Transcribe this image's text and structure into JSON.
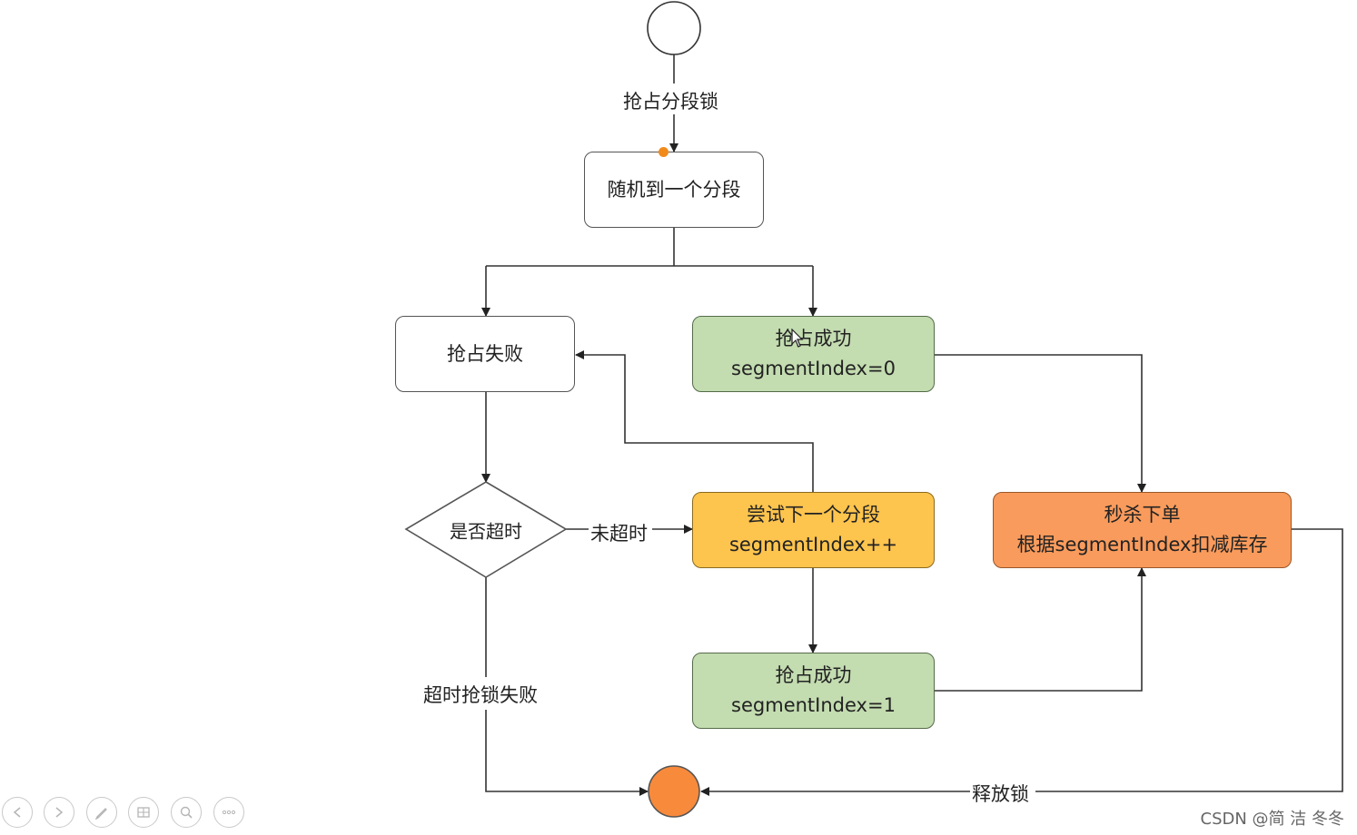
{
  "diagram": {
    "edge_labels": {
      "grab_lock": "抢占分段锁",
      "not_timeout": "未超时",
      "timeout_fail": "超时抢锁失败",
      "release_lock": "释放锁"
    },
    "nodes": {
      "random_segment": "随机到一个分段",
      "grab_failed": "抢占失败",
      "success0": {
        "line1": "抢占成功",
        "line2": "segmentIndex=0"
      },
      "is_timeout": "是否超时",
      "try_next": {
        "line1": "尝试下一个分段",
        "line2": "segmentIndex++"
      },
      "seckill": {
        "line1": "秒杀下单",
        "line2": "根据segmentIndex扣减库存"
      },
      "success1": {
        "line1": "抢占成功",
        "line2": "segmentIndex=1"
      }
    }
  },
  "toolbar": {
    "icons": [
      "prev-icon",
      "next-icon",
      "pen-icon",
      "slides-grid-icon",
      "zoom-icon",
      "more-icon"
    ]
  },
  "watermark": "CSDN @简 洁 冬冬",
  "colors": {
    "green": "#c3dcb0",
    "yellow": "#fdc44e",
    "orange": "#f99b5c",
    "end_node": "#f88a3c",
    "marker": "#f28a1a"
  }
}
